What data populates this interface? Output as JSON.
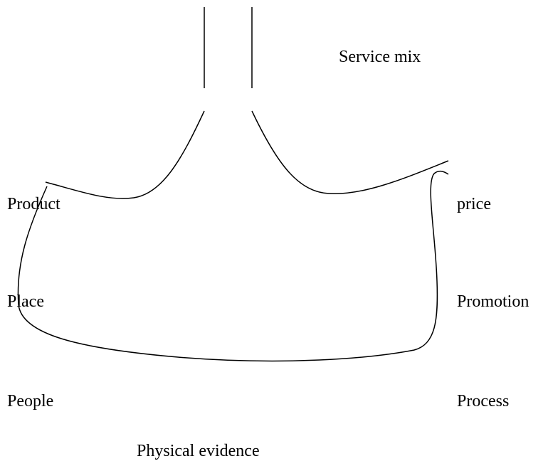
{
  "labels": {
    "service_mix": "Service mix",
    "product": "Product",
    "price": "price",
    "place": "Place",
    "promotion": "Promotion",
    "people": "People",
    "process": "Process",
    "physical_evidence": "Physical evidence"
  },
  "colors": {
    "stroke": "#000000",
    "background": "#ffffff",
    "text": "#000000"
  }
}
